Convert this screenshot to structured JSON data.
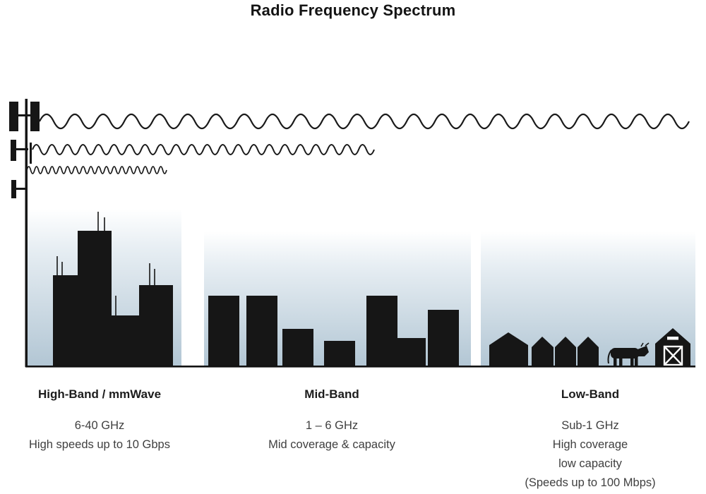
{
  "title": "Radio Frequency Spectrum",
  "bands": [
    {
      "label": "High-Band / mmWave",
      "lines": [
        "6-40 GHz",
        "High speeds up to 10 Gbps",
        "",
        ""
      ]
    },
    {
      "label": "Mid-Band",
      "lines": [
        "1 – 6 GHz",
        "Mid coverage & capacity",
        "",
        ""
      ]
    },
    {
      "label": "Low-Band",
      "lines": [
        "Sub-1 GHz",
        "High coverage",
        "low capacity",
        "(Speeds up to 100 Mbps)"
      ]
    }
  ],
  "colors": {
    "silhouette": "#161616",
    "sky_gradient_top": "#ffffff",
    "sky_gradient_bottom": "#b2c6d4",
    "heading_text": "#1c1c1c",
    "body_text": "#3f3f3f"
  }
}
